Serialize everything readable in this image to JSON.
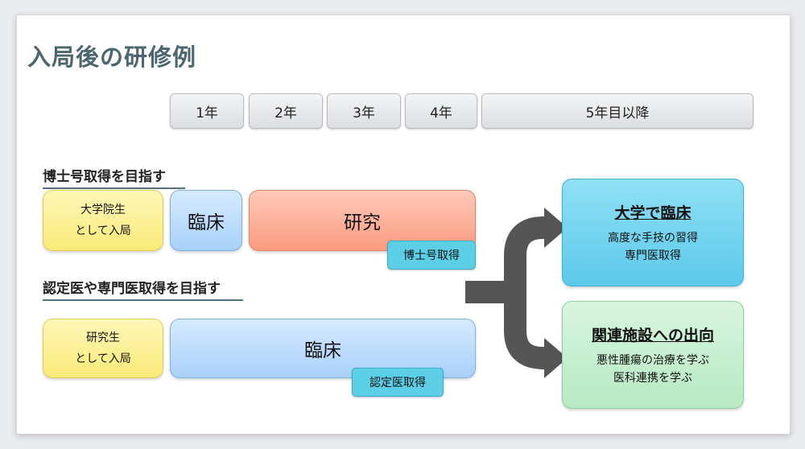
{
  "title": "入局後の研修例",
  "years": [
    "1年",
    "2年",
    "3年",
    "4年",
    "5年目以降"
  ],
  "track_phd": {
    "heading": "博士号取得を目指す",
    "start_line1": "大学院生",
    "start_line2": "として入局",
    "stage1": "臨床",
    "stage2": "研究",
    "milestone": "博士号取得"
  },
  "track_cert": {
    "heading": "認定医や専門医取得を目指す",
    "start_line1": "研究生",
    "start_line2": "として入局",
    "stage1": "臨床",
    "milestone": "認定医取得"
  },
  "dest_univ": {
    "title": "大学で臨床",
    "line1": "高度な手技の習得",
    "line2": "専門医取得"
  },
  "dest_affiliated": {
    "title": "関連施設への出向",
    "line1": "悪性腫瘍の治療を学ぶ",
    "line2": "医科連携を学ぶ"
  },
  "colors": {
    "title": "#4c6670",
    "arrow": "#555555",
    "yellow": "#f9ea78",
    "blue": "#a8d0fa",
    "salmon": "#fb9b80",
    "cyan": "#5cc9ea",
    "green": "#b6e9c3"
  }
}
